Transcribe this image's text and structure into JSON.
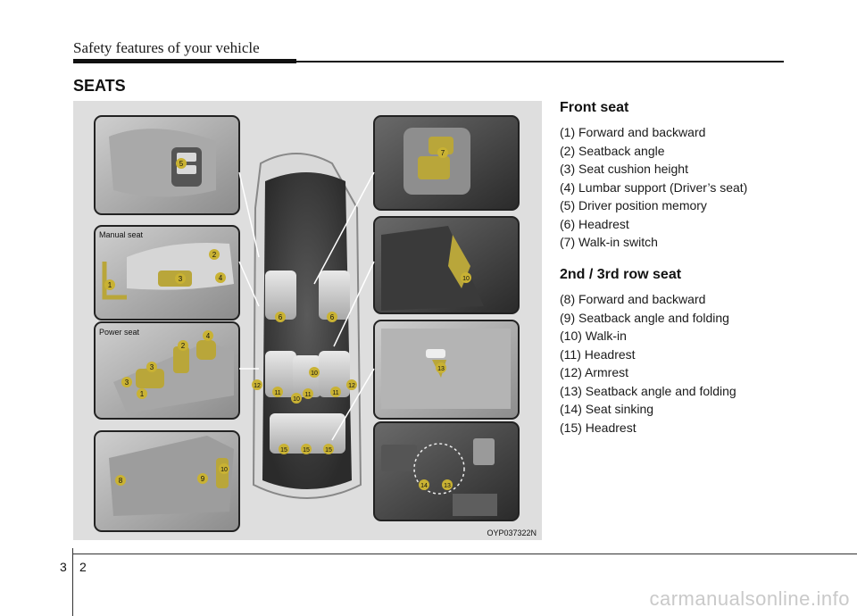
{
  "header": {
    "title": "Safety features of your vehicle"
  },
  "section": {
    "title": "SEATS"
  },
  "figure": {
    "code": "OYP037322N",
    "panel_labels": {
      "manual": "Manual seat",
      "power": "Power seat"
    },
    "callouts": [
      "1",
      "2",
      "3",
      "4",
      "5",
      "6",
      "7",
      "8",
      "9",
      "10",
      "11",
      "12",
      "13",
      "14",
      "15"
    ]
  },
  "front_seat": {
    "heading": "Front seat",
    "items": [
      "(1) Forward and backward",
      "(2) Seatback angle",
      "(3) Seat cushion height",
      "(4) Lumbar support (Driver’s seat)",
      "(5) Driver position memory",
      "(6) Headrest",
      "(7) Walk-in switch"
    ]
  },
  "rear_seat": {
    "heading": "2nd / 3rd row seat",
    "items": [
      "(8) Forward and backward",
      "(9) Seatback angle and folding",
      "(10) Walk-in",
      "(11) Headrest",
      "(12) Armrest",
      "(13) Seatback angle and folding",
      "(14) Seat sinking",
      "(15) Headrest"
    ]
  },
  "page": {
    "section_number": "3",
    "page_number": "2"
  },
  "watermark": "carmanualsonline.info",
  "colors": {
    "callout": "#c9b233",
    "figure_bg": "#dedede",
    "panel_border": "#222222"
  }
}
